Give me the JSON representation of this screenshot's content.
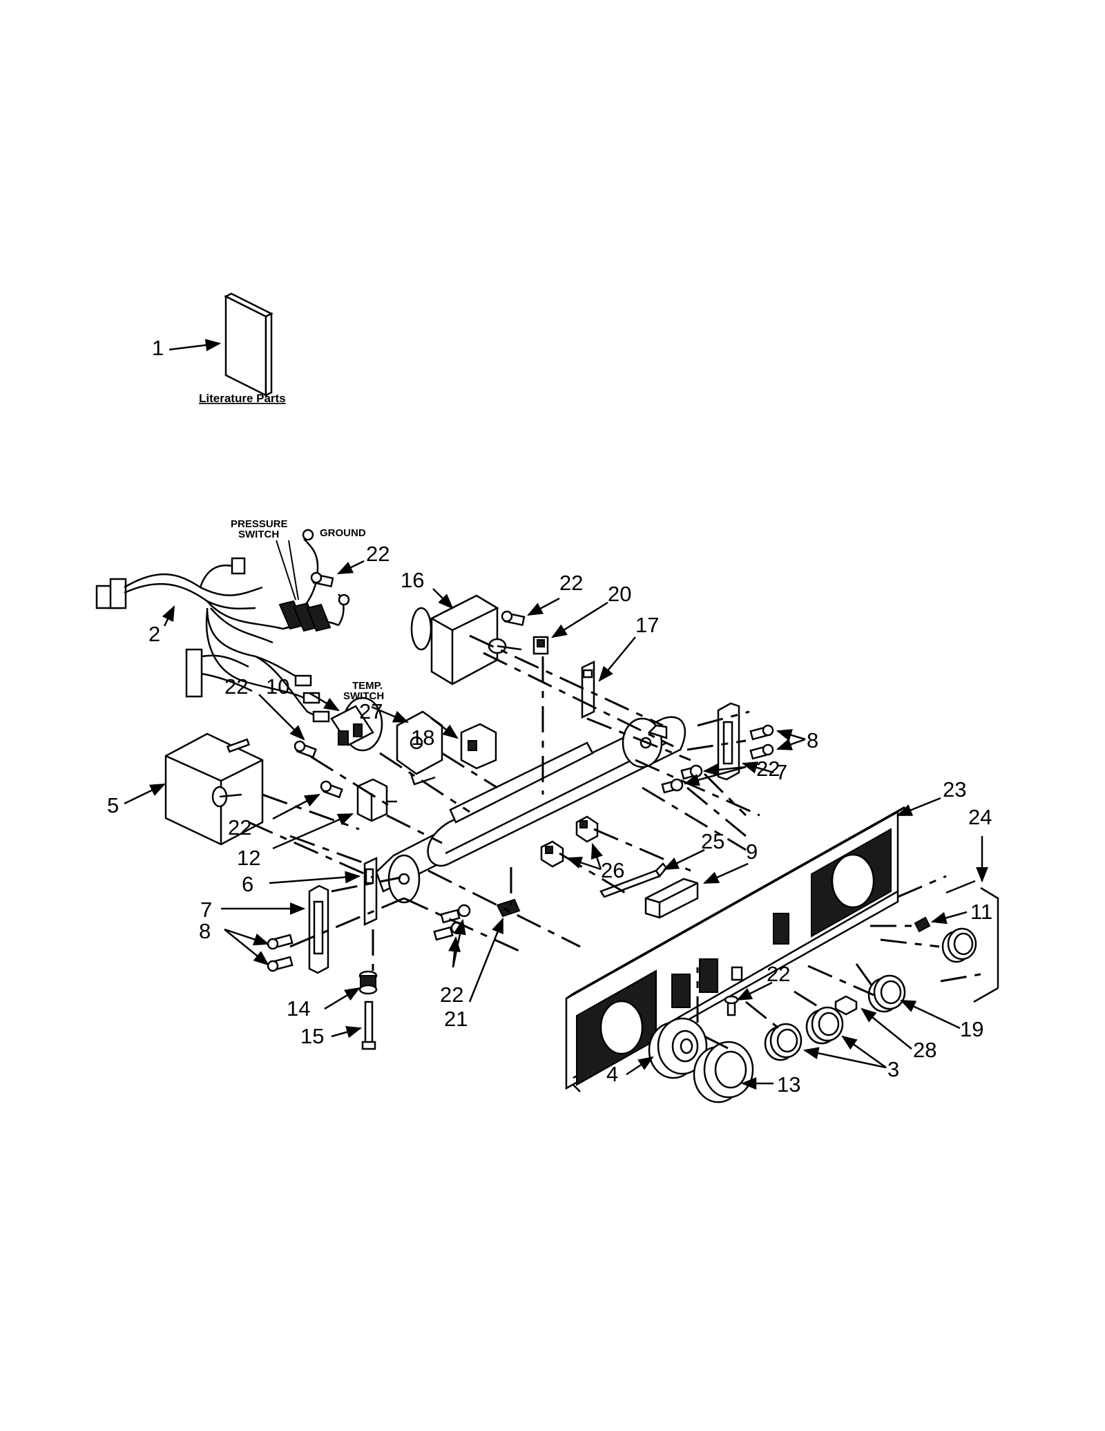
{
  "literature_label": "Literature Parts",
  "pressure_switch_line1": "PRESSURE",
  "pressure_switch_line2": "SWITCH",
  "ground_label": "GROUND",
  "temp_switch_line1": "TEMP.",
  "temp_switch_line2": "SWITCH",
  "callouts": {
    "c1": "1",
    "c2": "2",
    "c3": "3",
    "c4": "4",
    "c5": "5",
    "c6": "6",
    "c7": "7",
    "c8": "8",
    "c9": "9",
    "c10": "10",
    "c11": "11",
    "c12": "12",
    "c13": "13",
    "c14": "14",
    "c15": "15",
    "c16": "16",
    "c17": "17",
    "c18": "18",
    "c19": "19",
    "c20": "20",
    "c21": "21",
    "c22": "22",
    "c23": "23",
    "c24": "24",
    "c25": "25",
    "c26": "26",
    "c27": "27",
    "c28": "28"
  }
}
